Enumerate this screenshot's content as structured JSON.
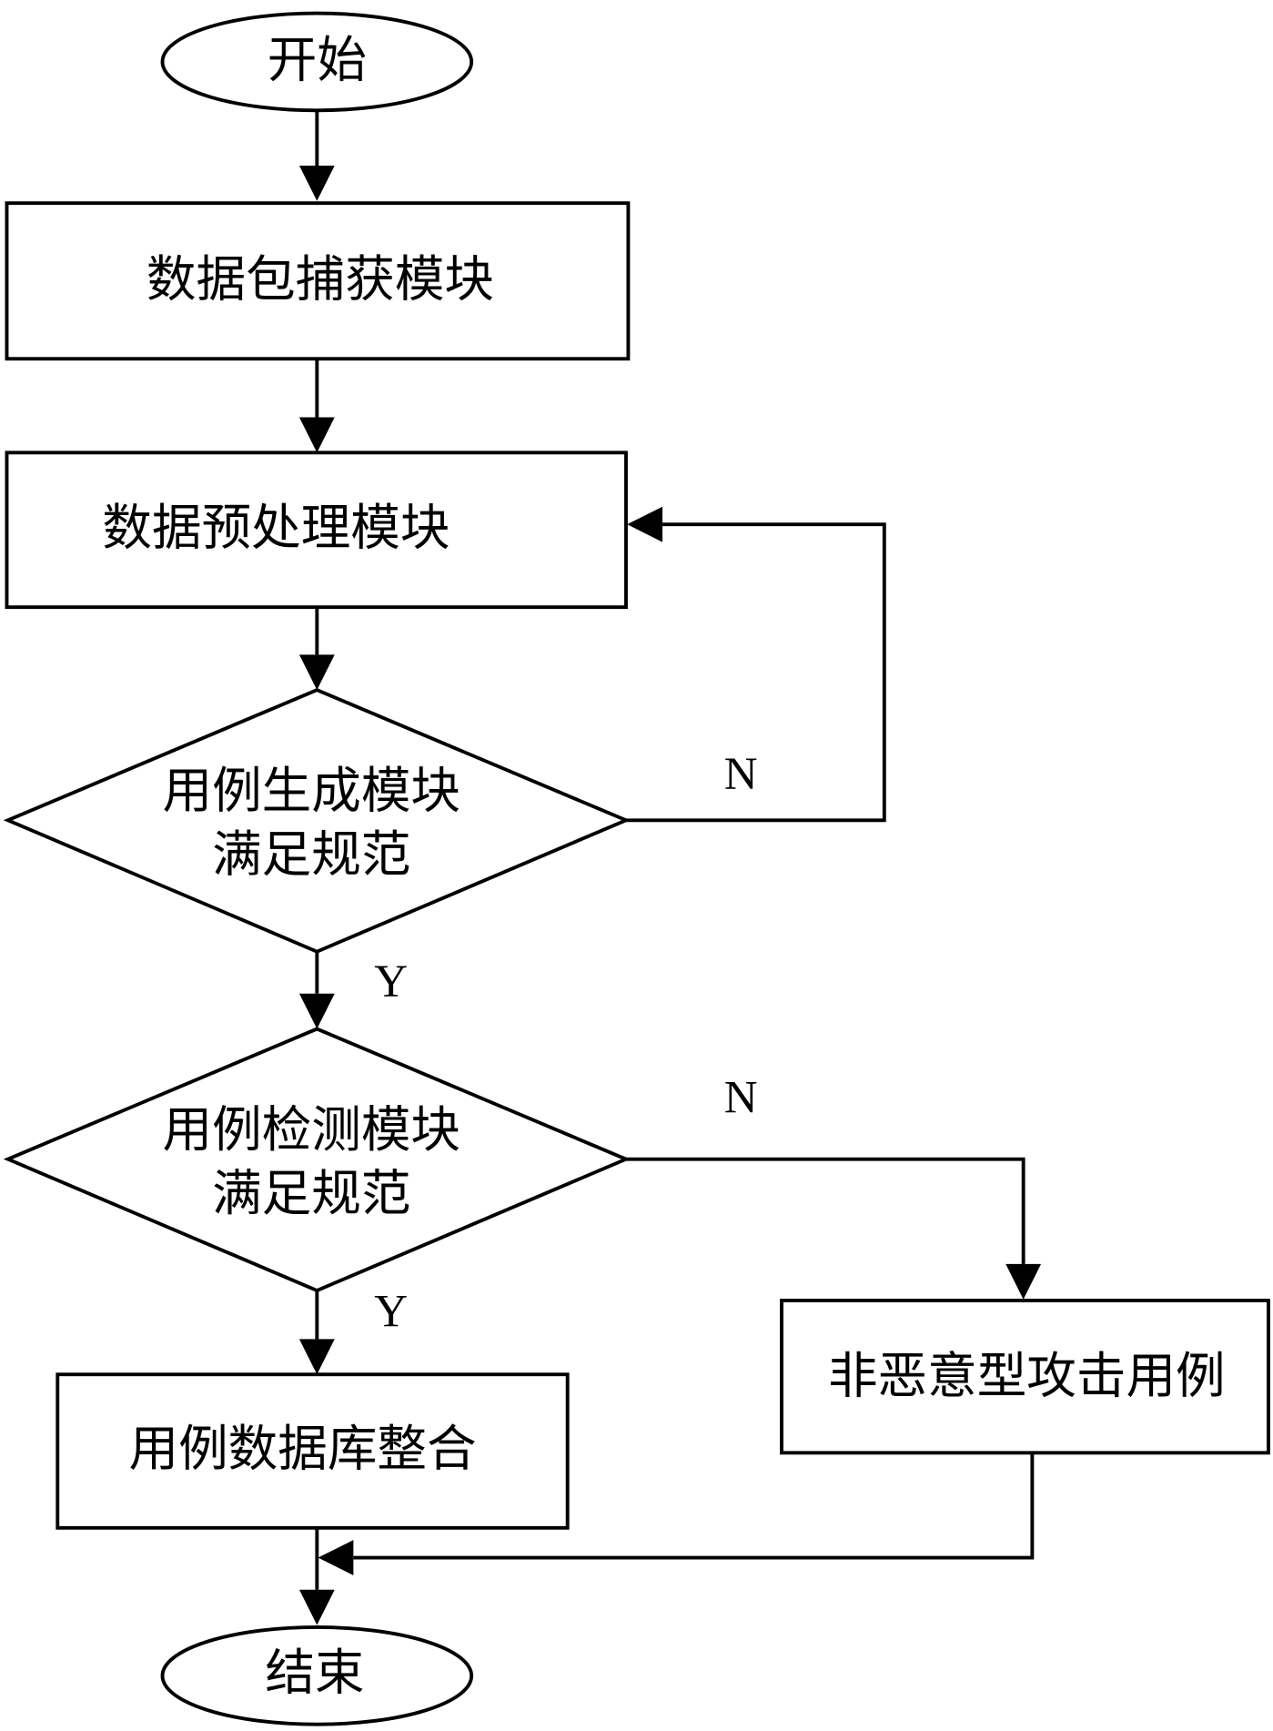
{
  "nodes": {
    "start": "开始",
    "capture": "数据包捕获模块",
    "preprocess": "数据预处理模块",
    "generate_line1": "用例生成模块",
    "generate_line2": "满足规范",
    "detect_line1": "用例检测模块",
    "detect_line2": "满足规范",
    "database": "用例数据库整合",
    "non_malicious": "非恶意型攻击用例",
    "end": "结束"
  },
  "edges": {
    "generate_no": "N",
    "generate_yes": "Y",
    "detect_no": "N",
    "detect_yes": "Y"
  }
}
